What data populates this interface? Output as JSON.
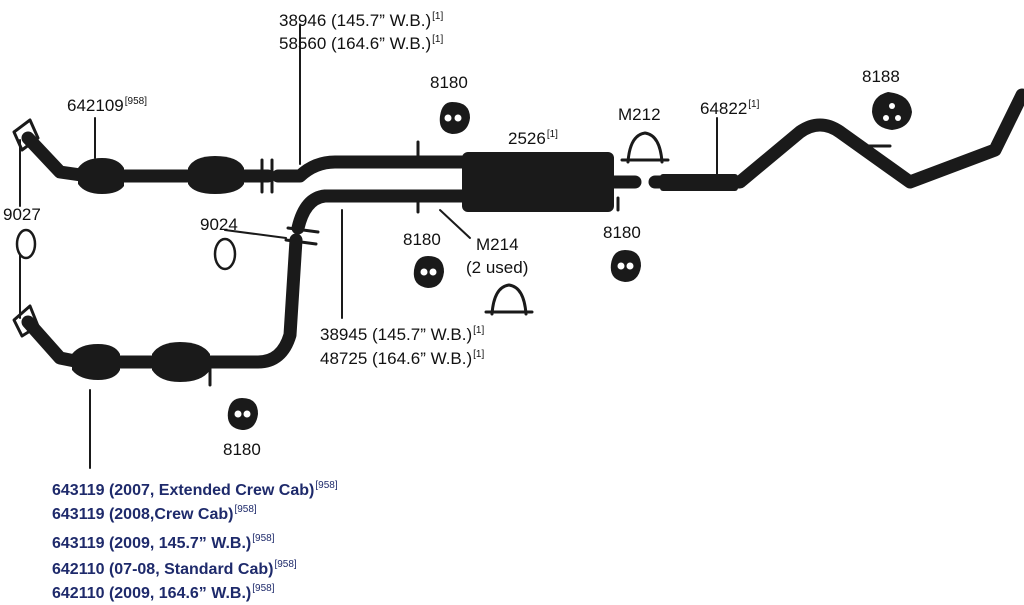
{
  "parts": {
    "p38946": {
      "number": "38946",
      "desc": "(145.7” W.B.)",
      "note": "[1]"
    },
    "p58560": {
      "number": "58560",
      "desc": "(164.6” W.B.)",
      "note": "[1]"
    },
    "p642109": {
      "number": "642109",
      "note": "[958]"
    },
    "p8180_top": {
      "number": "8180"
    },
    "p2526": {
      "number": "2526",
      "note": "[1]"
    },
    "pM212": {
      "number": "M212"
    },
    "p64822": {
      "number": "64822",
      "note": "[1]"
    },
    "p8188": {
      "number": "8188"
    },
    "p9027": {
      "number": "9027"
    },
    "p9024": {
      "number": "9024"
    },
    "p8180_left": {
      "number": "8180"
    },
    "pM214": {
      "number": "M214",
      "desc": "(2 used)"
    },
    "p8180_right": {
      "number": "8180"
    },
    "p38945": {
      "number": "38945",
      "desc": "(145.7” W.B.)",
      "note": "[1]"
    },
    "p48725": {
      "number": "48725",
      "desc": "(164.6” W.B.)",
      "note": "[1]"
    },
    "p8180_bottom": {
      "number": "8180"
    }
  },
  "applications": [
    {
      "text": "643119 (2007, Extended Crew Cab)",
      "note": "[958]"
    },
    {
      "text": "643119 (2008,Crew Cab)",
      "note": "[958]"
    },
    {
      "text": "643119 (2009, 145.7” W.B.)",
      "note": "[958]"
    },
    {
      "text": "642110 (07-08, Standard Cab)",
      "note": "[958]"
    },
    {
      "text": "642110 (2009, 164.6” W.B.)",
      "note": "[958]"
    }
  ],
  "colors": {
    "part": "#1a1a1a",
    "application_text": "#1e2a6b"
  }
}
